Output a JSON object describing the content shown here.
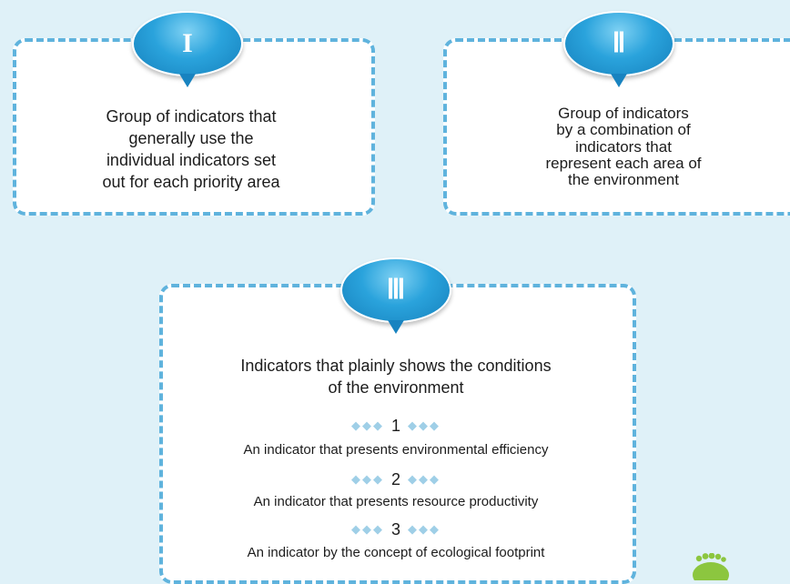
{
  "groups": [
    {
      "numeral": "I",
      "text": "Group of indicators that\ngenerally use the\nindividual indicators set\nout for each priority area"
    },
    {
      "numeral": "Ⅱ",
      "text": "Group of indicators\nby a combination of\nindicators that\nrepresent each area of\nthe environment"
    },
    {
      "numeral": "Ⅲ",
      "text": "Indicators that plainly shows the conditions\nof the environment",
      "items": [
        {
          "number": "1",
          "text": "An indicator that presents environmental efficiency"
        },
        {
          "number": "2",
          "text": "An indicator that presents resource productivity"
        },
        {
          "number": "3",
          "text": "An indicator by the concept of ecological footprint"
        }
      ]
    }
  ],
  "decor": {
    "diamonds": "◆◆◆",
    "icon": "footprint-icon",
    "colors": {
      "background": "#dff1f8",
      "border": "#5fb3dd",
      "badge": "#2aa3dc",
      "footprint": "#8cc63f"
    }
  }
}
